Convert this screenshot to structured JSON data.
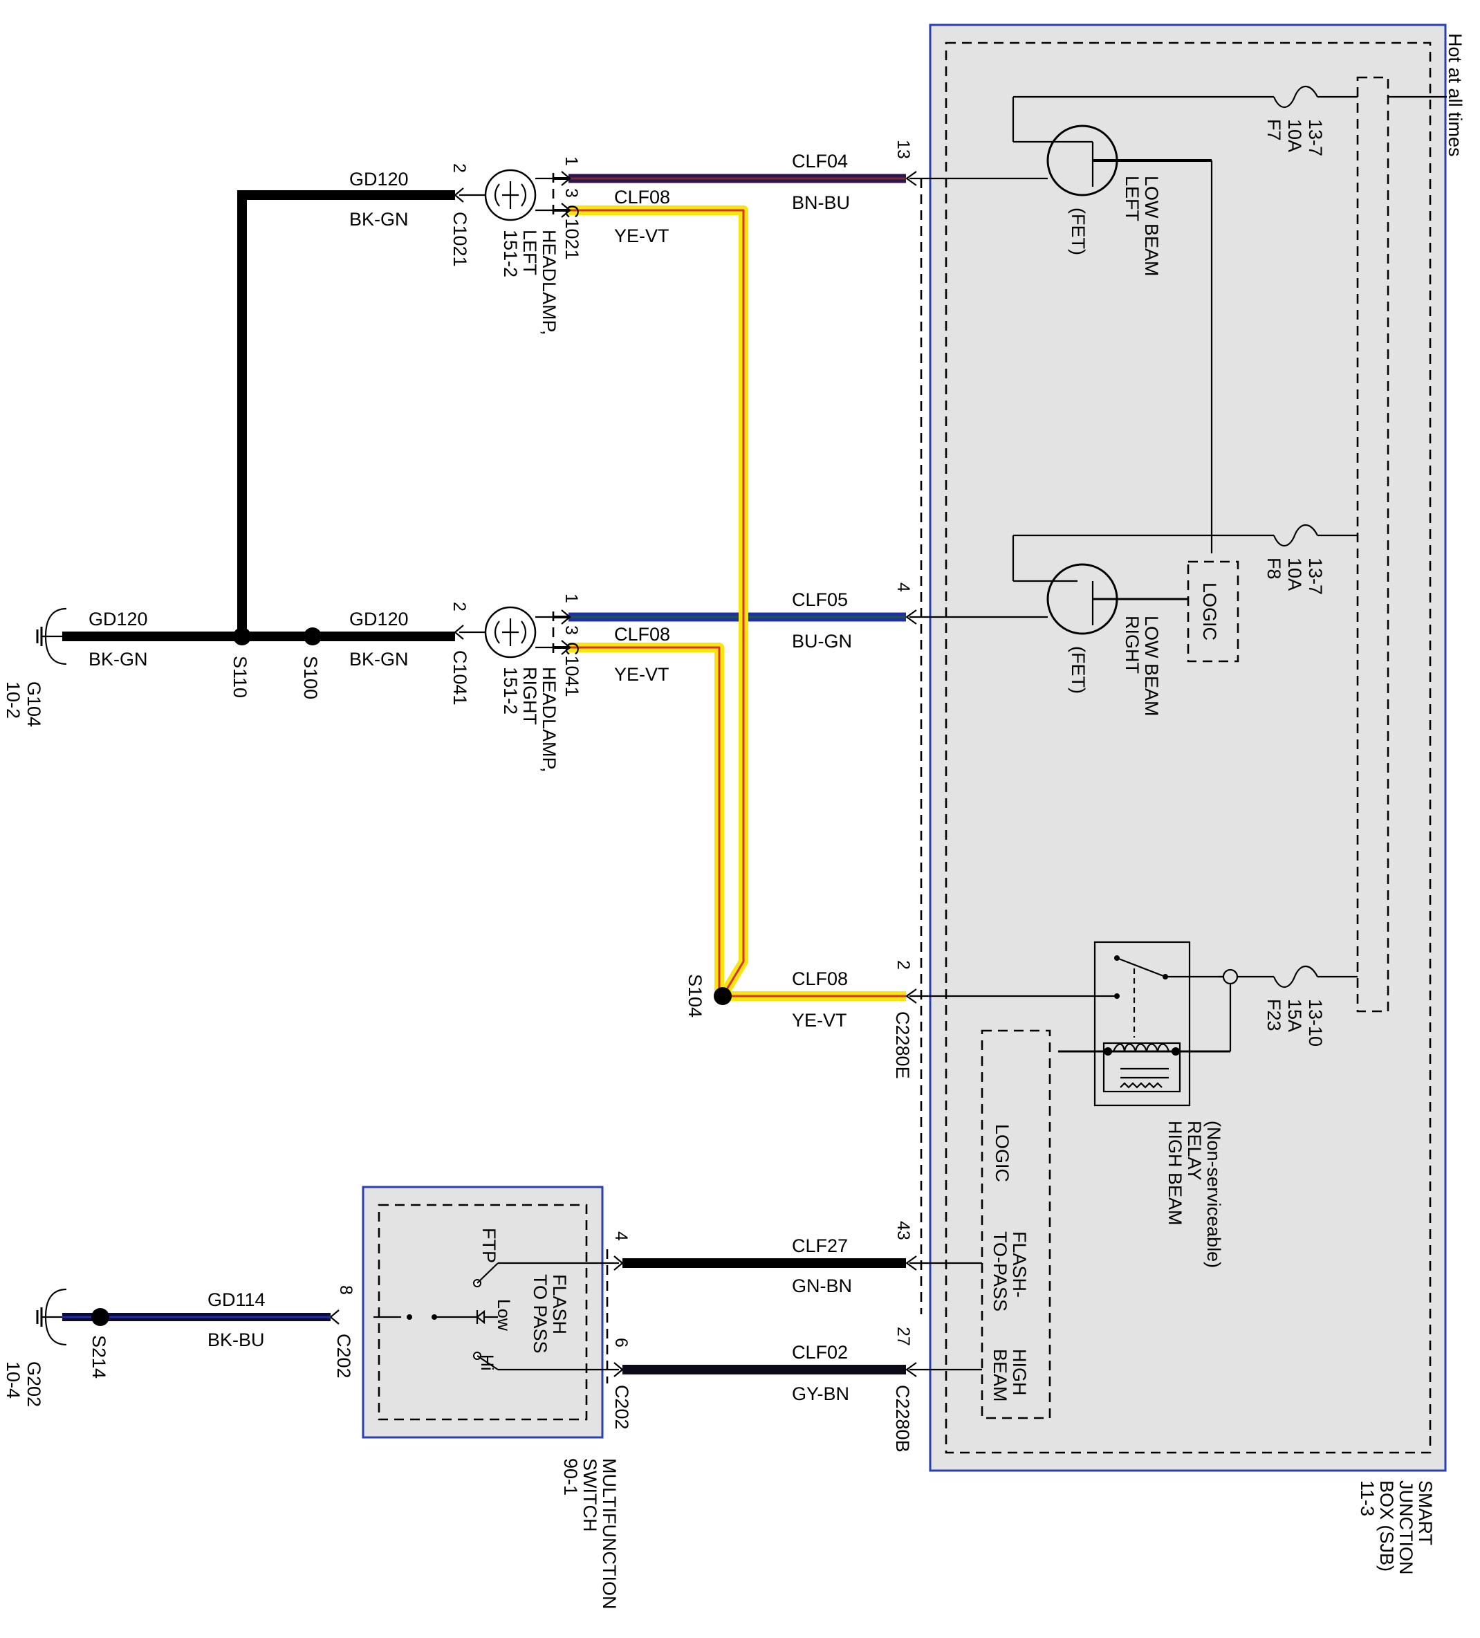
{
  "colors": {
    "box_fill": "#e3e3e3",
    "box_border": "#2a3fb0",
    "wire_black": "#000000",
    "wire_bn_bu": "#2a1550",
    "wire_bu_gn": "#1e2fa8",
    "wire_gy_bn": "#0a0a18",
    "wire_ye": "#f6e60b",
    "wire_vt": "#d9322e",
    "splice": "#000000"
  },
  "header": {
    "hot_at_all_times": "Hot at all times"
  },
  "sjb": {
    "line1": "SMART",
    "line2": "JUNCTION",
    "line3": "BOX (SJB)",
    "line4": "11-3"
  },
  "fuses": {
    "f7": {
      "name": "F7",
      "rating": "10A",
      "ref": "13-7"
    },
    "f8": {
      "name": "F8",
      "rating": "10A",
      "ref": "13-7"
    },
    "f23": {
      "name": "F23",
      "rating": "15A",
      "ref": "13-10"
    }
  },
  "fets": {
    "left": {
      "line1": "LEFT",
      "line2": "LOW BEAM",
      "type": "(FET)"
    },
    "right": {
      "line1": "RIGHT",
      "line2": "LOW BEAM",
      "type": "(FET)"
    }
  },
  "logic_label": "LOGIC",
  "relay": {
    "line1": "HIGH BEAM",
    "line2": "RELAY",
    "line3": "(Non-serviceable)"
  },
  "logic_lower": {
    "title": "LOGIC",
    "ftp1": "FLASH-",
    "ftp2": "TO-PASS",
    "hb1": "HIGH",
    "hb2": "BEAM"
  },
  "connectors": {
    "c1021": "C1021",
    "c1041": "C1041",
    "c2280e": "C2280E",
    "c2280b": "C2280B",
    "c202": "C202"
  },
  "pins": {
    "sjb_13": "13",
    "sjb_4": "4",
    "sjb_2": "2",
    "sjb_43": "43",
    "sjb_27": "27",
    "hl_l_1": "1",
    "hl_l_3": "3",
    "hl_l_2": "2",
    "hl_r_1": "1",
    "hl_r_3": "3",
    "hl_r_2": "2",
    "mfs_4": "4",
    "mfs_6": "6",
    "mfs_8": "8"
  },
  "circuits": {
    "clf04": {
      "name": "CLF04",
      "color": "BN-BU"
    },
    "clf05": {
      "name": "CLF05",
      "color": "BU-GN"
    },
    "clf08_top": {
      "name": "CLF08",
      "color": "YE-VT"
    },
    "clf08_mid": {
      "name": "CLF08",
      "color": "YE-VT"
    },
    "clf08_bot": {
      "name": "CLF08",
      "color": "YE-VT"
    },
    "gd120_a": {
      "name": "GD120",
      "color": "BK-GN"
    },
    "gd120_b": {
      "name": "GD120",
      "color": "BK-GN"
    },
    "gd120_c": {
      "name": "GD120",
      "color": "BK-GN"
    },
    "clf27": {
      "name": "CLF27",
      "color": "GN-BN"
    },
    "clf02": {
      "name": "CLF02",
      "color": "GY-BN"
    },
    "gd114": {
      "name": "GD114",
      "color": "BK-BU"
    }
  },
  "headlamps": {
    "left": {
      "line1": "HEADLAMP,",
      "line2": "LEFT",
      "line3": "151-2"
    },
    "right": {
      "line1": "HEADLAMP,",
      "line2": "RIGHT",
      "line3": "151-2"
    }
  },
  "splices": {
    "s110": "S110",
    "s100": "S100",
    "s104": "S104",
    "s214": "S214"
  },
  "grounds": {
    "g104": {
      "name": "G104",
      "ref": "10-2"
    },
    "g202": {
      "name": "G202",
      "ref": "10-4"
    }
  },
  "mfs": {
    "ftp_label": "FTP",
    "flash1": "FLASH",
    "flash2": "TO PASS",
    "low": "Low",
    "hi": "Hi",
    "name1": "MULTIFUNCTION",
    "name2": "SWITCH",
    "ref": "90-1"
  }
}
